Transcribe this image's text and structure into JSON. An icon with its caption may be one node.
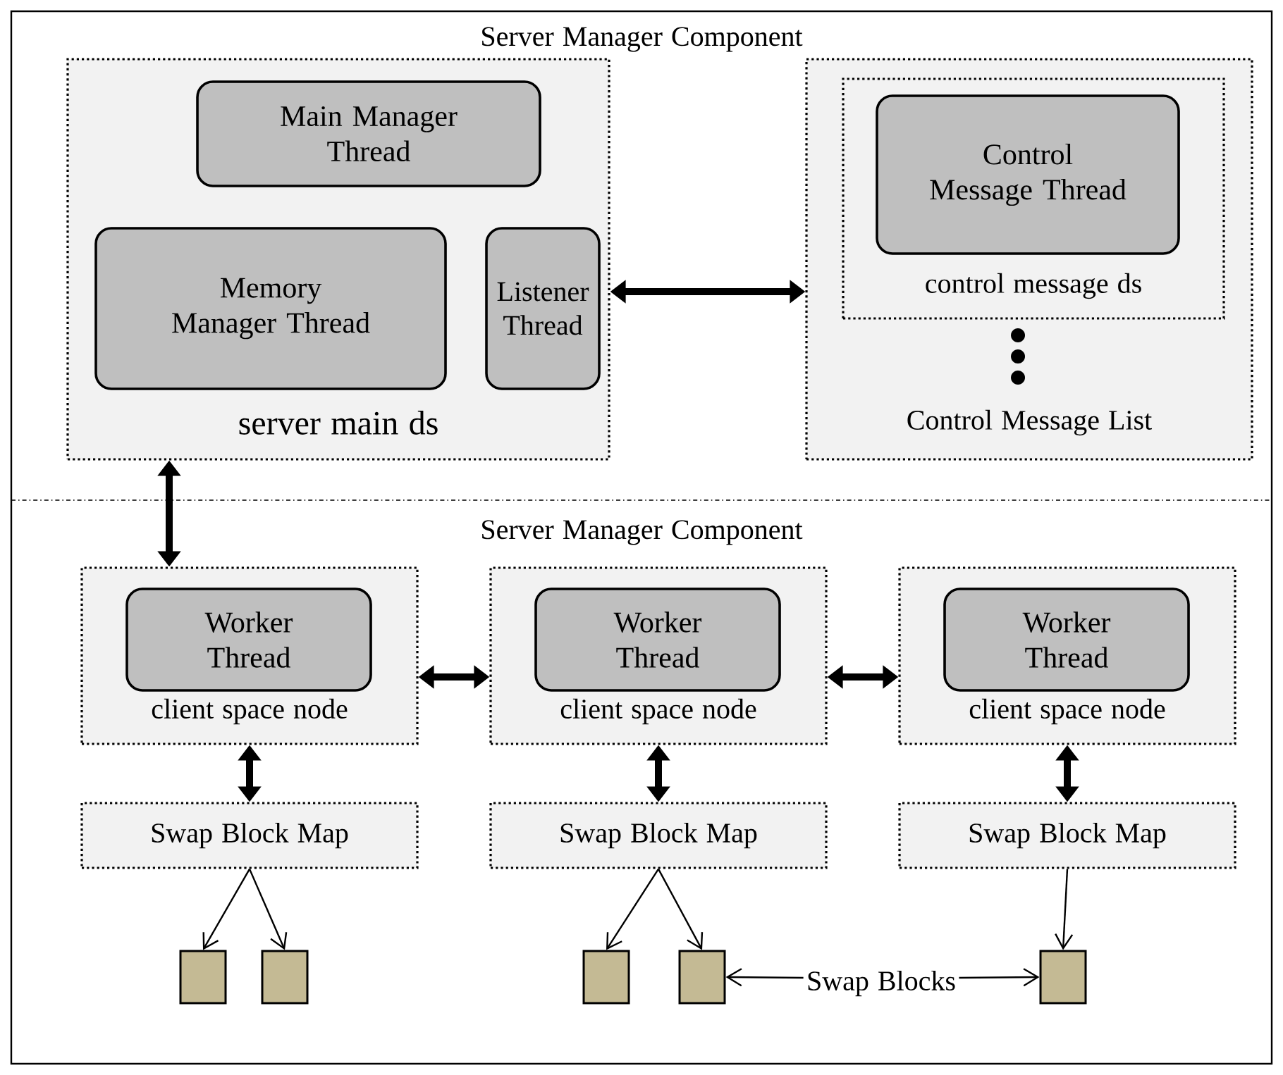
{
  "diagram": {
    "nodes": [
      {
        "text": [
          "server main ds"
        ]
      },
      {
        "text": [
          "Main Manager Thread"
        ],
        "in": 0
      },
      {
        "text": [
          "Memory Manager Thread"
        ],
        "in": 0
      },
      {
        "text": [
          "Listener Thread"
        ],
        "in": 0
      },
      {
        "text": [
          "Control Message List"
        ]
      },
      {
        "text": [
          "control message ds"
        ],
        "in": 4
      },
      {
        "text": [
          "Control Message Thread"
        ],
        "in": 5
      },
      {
        "text": [
          "client space node"
        ]
      },
      {
        "text": [
          "Worker Thread"
        ],
        "in": 7
      },
      {
        "text": [
          "client space node"
        ]
      },
      {
        "text": [
          "Worker Thread"
        ],
        "in": 9
      },
      {
        "text": [
          "client space node"
        ]
      },
      {
        "text": [
          "Worker Thread"
        ],
        "in": 11
      },
      {
        "text": [
          "Swap Block Map"
        ]
      },
      {
        "text": [
          "Swap Block Map"
        ]
      },
      {
        "text": [
          "Swap Block Map"
        ]
      },
      {
        "text": [],
        "shape": "box"
      },
      {
        "text": [],
        "shape": "box"
      },
      {
        "text": [],
        "shape": "box"
      },
      {
        "text": [],
        "shape": "box"
      },
      {
        "text": [],
        "shape": "box"
      },
      {
        "text": [
          "Swap Blocks"
        ]
      }
    ],
    "edges": [
      {
        "from": 0,
        "to": 4,
        "arrow": "both",
        "style": "thick"
      },
      {
        "from": 0,
        "to": 7,
        "arrow": "both",
        "style": "thick"
      },
      {
        "from": 7,
        "to": 9,
        "arrow": "both",
        "style": "thick"
      },
      {
        "from": 9,
        "to": 11,
        "arrow": "both",
        "style": "thick"
      },
      {
        "from": 7,
        "to": 13,
        "arrow": "both",
        "style": "thick"
      },
      {
        "from": 9,
        "to": 14,
        "arrow": "both",
        "style": "thick"
      },
      {
        "from": 11,
        "to": 15,
        "arrow": "both",
        "style": "thick"
      },
      {
        "from": 13,
        "to": 16,
        "arrow": "to"
      },
      {
        "from": 13,
        "to": 17,
        "arrow": "to"
      },
      {
        "from": 14,
        "to": 18,
        "arrow": "to"
      },
      {
        "from": 14,
        "to": 19,
        "arrow": "to"
      },
      {
        "from": 15,
        "to": 20,
        "arrow": "to"
      },
      {
        "from": 21,
        "to": 19,
        "arrow": "to"
      },
      {
        "from": 21,
        "to": 20,
        "arrow": "to"
      }
    ],
    "labels": [
      "Server Manager Component",
      "Server Manager Component"
    ]
  }
}
